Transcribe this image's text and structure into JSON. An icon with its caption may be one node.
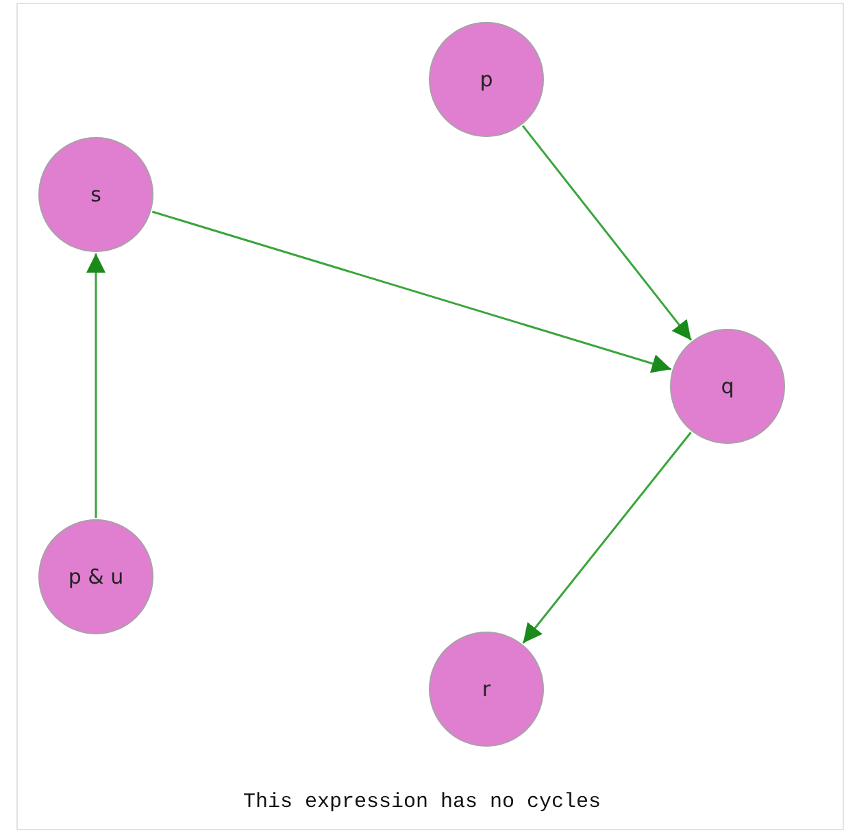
{
  "diagram": {
    "caption": "This expression has no cycles",
    "nodes": [
      {
        "text": [
          "p"
        ]
      },
      {
        "text": [
          "s"
        ]
      },
      {
        "text": [
          "q"
        ]
      },
      {
        "text": [
          "p & u"
        ]
      },
      {
        "text": [
          "r"
        ]
      }
    ],
    "edges": [
      {
        "from": 0,
        "to": 2,
        "arrow": "to"
      },
      {
        "from": 1,
        "to": 2,
        "arrow": "to"
      },
      {
        "from": 3,
        "to": 1,
        "arrow": "to"
      },
      {
        "from": 2,
        "to": 4,
        "arrow": "to"
      }
    ]
  }
}
